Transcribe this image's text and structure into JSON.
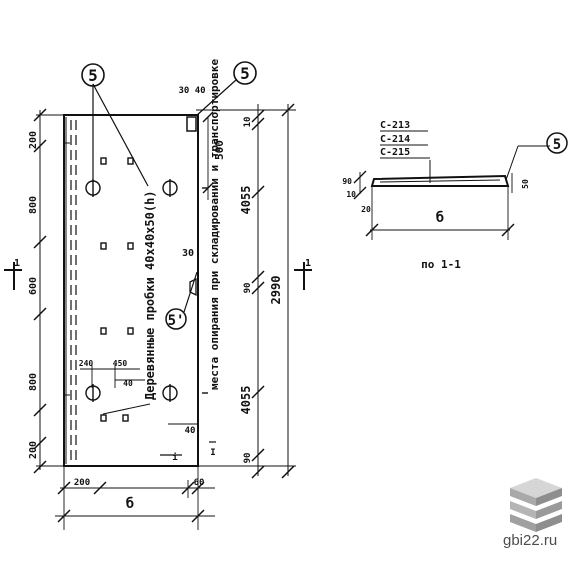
{
  "drawing": {
    "callouts": {
      "plan_top": "5",
      "plan_top_right": "5",
      "plan_middle": "5'",
      "section": "5"
    },
    "plan": {
      "bars_top": "30 40",
      "dim_500": "500",
      "dim_30": "30",
      "dim_10_top": "10",
      "dim_4055_top": "4055",
      "dim_2990": "2990",
      "dim_90_mid": "90",
      "dim_4055_bottom": "4055",
      "dim_40_low": "40",
      "dim_90_bottom": "90",
      "left_dims": [
        "200",
        "800",
        "600",
        "800",
        "200"
      ],
      "small_dims": [
        "240",
        "450",
        "40"
      ],
      "bottom_dims": [
        "200",
        "60"
      ],
      "width_label": "б",
      "cut_marks": [
        "1",
        "1"
      ],
      "mark_letters": [
        "i",
        "I"
      ],
      "vertical_note_loops": "Деревянные пробки 40х40х50(h)",
      "vertical_note_places": "места опирания при складировании и транспортировке"
    },
    "section": {
      "labels": [
        "С-213",
        "С-214",
        "С-215"
      ],
      "dims": [
        "90",
        "10",
        "50",
        "20"
      ],
      "width_label": "б",
      "caption": "по 1-1"
    }
  },
  "watermark": {
    "text": "gbi22.ru"
  },
  "colors": {
    "ink": "#111111",
    "watermark": "#4d4d4d",
    "logo_top": "#d6d6d6",
    "logo_mid": "#b5b5b5",
    "logo_bot": "#8e8e8e"
  },
  "icons": {
    "logo": "stacked-slabs-icon"
  }
}
